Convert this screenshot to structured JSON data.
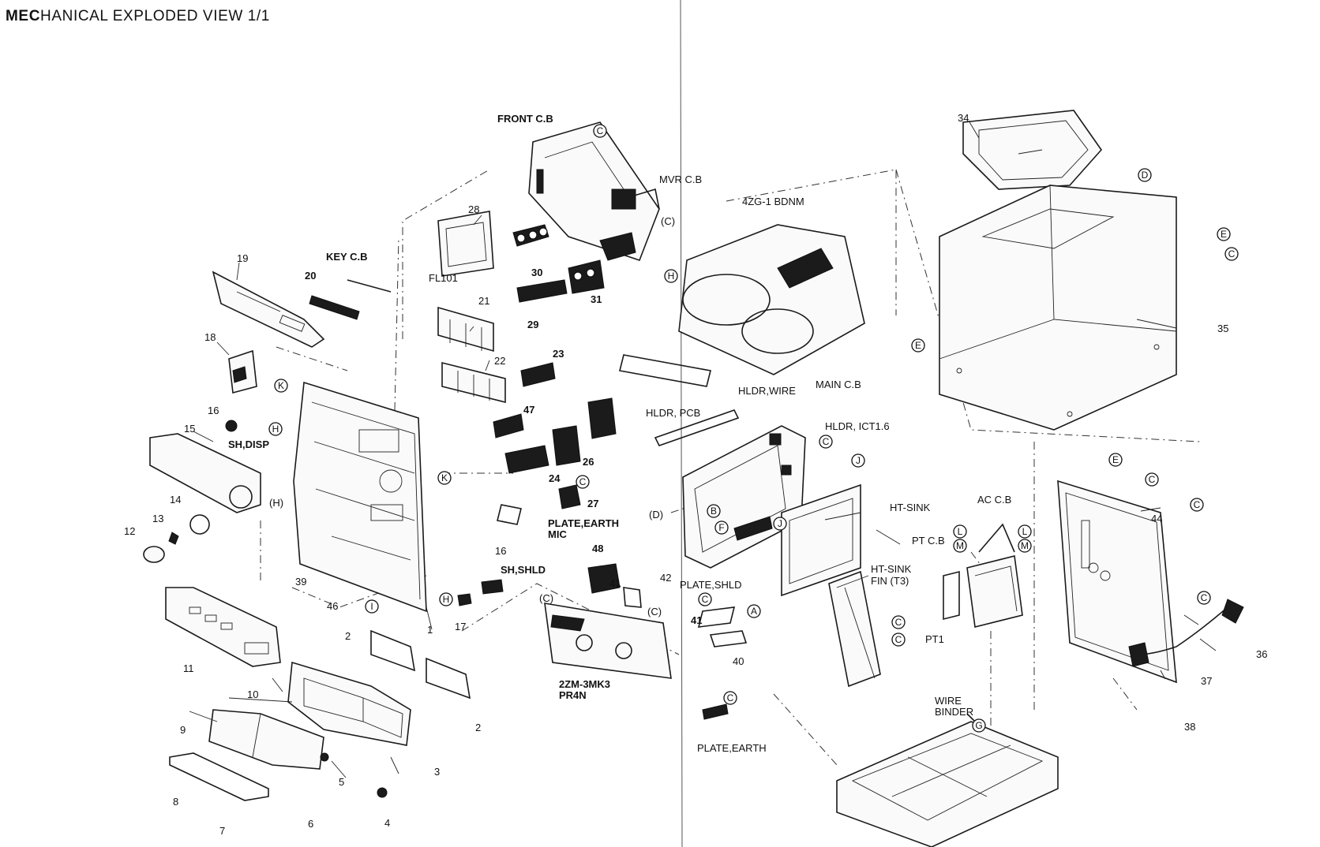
{
  "title": {
    "prefix": "MEC",
    "rest": "HANICAL  EXPLODED  VIEW  1/1"
  },
  "part_labels": [
    "FRONT C.B",
    "MVR C.B",
    "4ZG-1 BDNM",
    "KEY C.B",
    "FL101",
    "HLDR,WIRE",
    "MAIN C.B",
    "HLDR, PCB",
    "HLDR, ICT1.6",
    "HT-SINK",
    "AC C.B",
    "PT C.B",
    "HT-SINK",
    "FIN (T3)",
    "PT1",
    "SH,DISP",
    "PLATE,EARTH",
    "MIC",
    "SH,SHLD",
    "PLATE,SHLD",
    "2ZM-3MK3",
    "PR4N",
    "PLATE,EARTH",
    "WIRE",
    "BINDER"
  ],
  "part_numbers": [
    "1",
    "2",
    "2",
    "3",
    "4",
    "5",
    "6",
    "7",
    "8",
    "9",
    "10",
    "11",
    "12",
    "13",
    "14",
    "15",
    "16",
    "16",
    "17",
    "18",
    "19",
    "20",
    "21",
    "22",
    "23",
    "24",
    "26",
    "27",
    "28",
    "29",
    "30",
    "31",
    "34",
    "35",
    "36",
    "37",
    "38",
    "39",
    "40",
    "41",
    "41",
    "42",
    "44",
    "46",
    "47",
    "48"
  ],
  "circle_refs": [
    "C",
    "C",
    "C",
    "C",
    "C",
    "C",
    "C",
    "C",
    "C",
    "C",
    "D",
    "E",
    "E",
    "E",
    "K",
    "K",
    "H",
    "H",
    "H",
    "I",
    "J",
    "J",
    "B",
    "F",
    "A",
    "G",
    "L",
    "L",
    "M",
    "M",
    "C"
  ],
  "paren_refs": [
    "(C)",
    "(H)",
    "(D)",
    "(C)",
    "(C)"
  ]
}
